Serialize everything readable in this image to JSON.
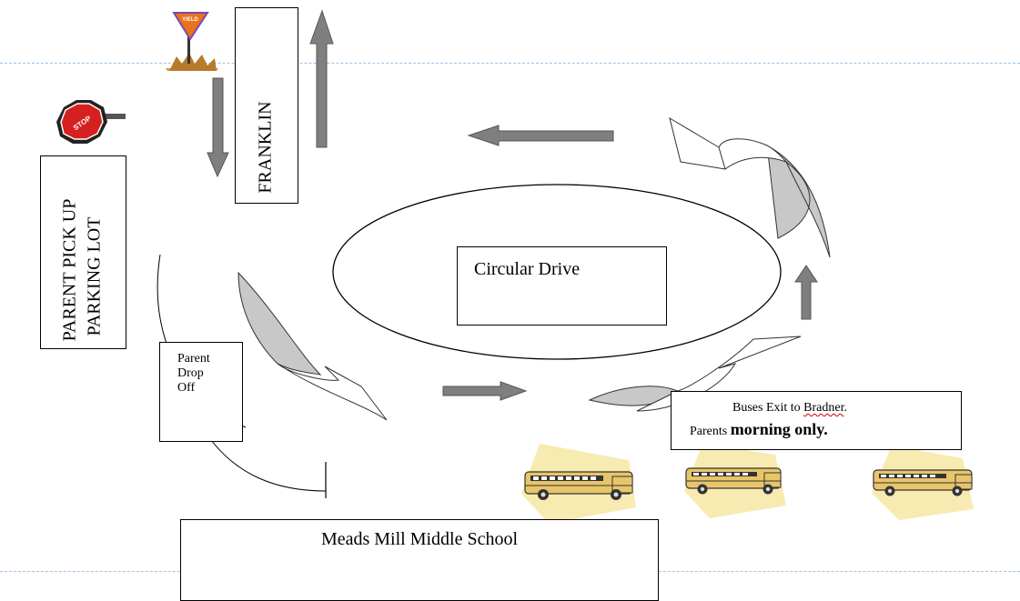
{
  "labels": {
    "franklin": "FRANKLIN",
    "parent_pickup_line1": "PARENT PICK UP",
    "parent_pickup_line2": "PARKING LOT",
    "circular_drive": "Circular Drive",
    "parent_drop_off_line1": "Parent",
    "parent_drop_off_line2": "Drop",
    "parent_drop_off_line3": "Off",
    "buses_exit_prefix": "Buses Exit to ",
    "buses_exit_street": "Bradner",
    "buses_exit_suffix": ".",
    "parents_prefix": "Parents ",
    "parents_bold": "morning only.",
    "school": "Meads Mill Middle School"
  },
  "signs": {
    "yield_text": "YIELD",
    "stop_text": "STOP"
  },
  "colors": {
    "arrow_fill": "#7f7f7f",
    "curved_arrow_fill": "#c8c8c8",
    "yield_orange": "#e8731a",
    "stop_red": "#d62020",
    "bus_yellow": "#e9c56a",
    "guide_blue": "#9cc3e6"
  }
}
